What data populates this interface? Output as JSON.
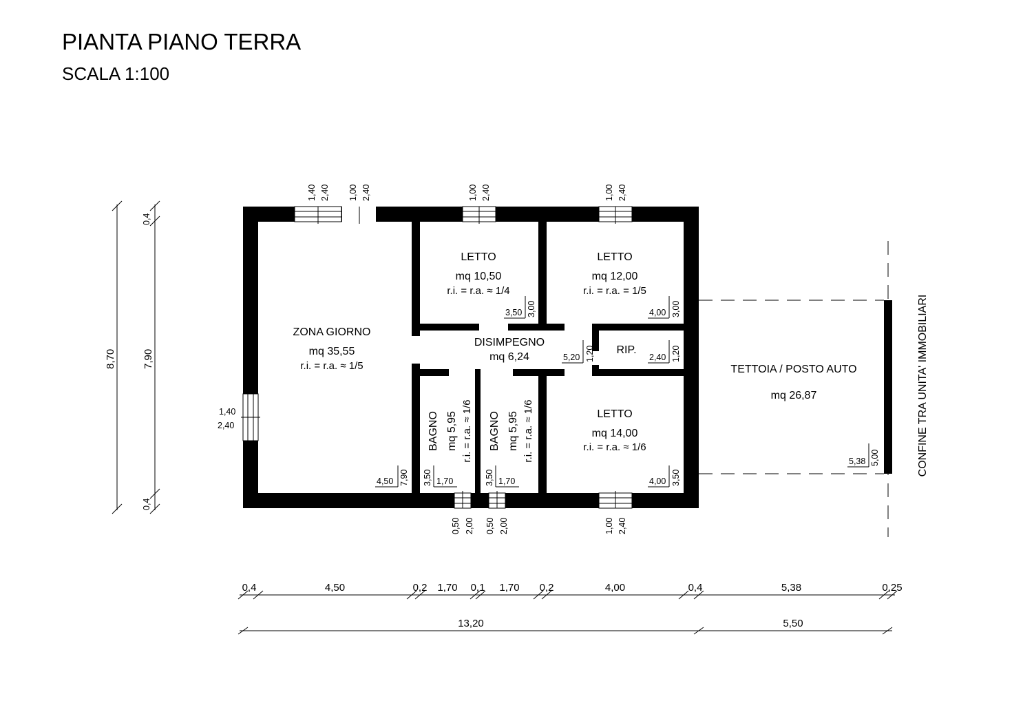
{
  "header": {
    "title": "PIANTA PIANO TERRA",
    "scale": "SCALA 1:100"
  },
  "rooms": {
    "zona_giorno": {
      "name": "ZONA GIORNO",
      "area": "mq 35,55",
      "ratio": "r.i. = r.a. ≈ 1/5",
      "dim_a": "4,50",
      "dim_b": "7,90"
    },
    "letto_1": {
      "name": "LETTO",
      "area": "mq 10,50",
      "ratio": "r.i. = r.a. ≈ 1/4",
      "dim_a": "3,50",
      "dim_b": "3,00"
    },
    "letto_2": {
      "name": "LETTO",
      "area": "mq 12,00",
      "ratio": "r.i. = r.a. = 1/5",
      "dim_a": "4,00",
      "dim_b": "3,00"
    },
    "disimpegno": {
      "name": "DISIMPEGNO",
      "area": "mq 6,24",
      "dim_a": "5,20",
      "dim_b": "1,20"
    },
    "rip": {
      "name": "RIP.",
      "dim_a": "2,40",
      "dim_b": "1,20"
    },
    "bagno_1": {
      "name": "BAGNO",
      "area": "mq 5,95",
      "ratio": "r.i. = r.a. ≈ 1/6",
      "dim_a": "3,50",
      "dim_b": "1,70"
    },
    "bagno_2": {
      "name": "BAGNO",
      "area": "mq 5,95",
      "ratio": "r.i. = r.a. ≈ 1/6",
      "dim_a": "3,50",
      "dim_b": "1,70"
    },
    "letto_3": {
      "name": "LETTO",
      "area": "mq 14,00",
      "ratio": "r.i. = r.a. ≈ 1/6",
      "dim_a": "4,00",
      "dim_b": "3,50"
    },
    "tettoia": {
      "name": "TETTOIA / POSTO AUTO",
      "area": "mq 26,87",
      "dim_a": "5,38",
      "dim_b": "5,00"
    }
  },
  "boundary_label": "CONFINE TRA UNITA' IMMOBILIARI",
  "openings": {
    "top_window_1": {
      "w": "1,40",
      "h": "2,40"
    },
    "top_door": {
      "w": "1,00",
      "h": "2,40"
    },
    "top_window_2": {
      "w": "1,00",
      "h": "2,40"
    },
    "top_window_3": {
      "w": "1,00",
      "h": "2,40"
    },
    "left_window": {
      "w": "1,40",
      "h": "2,40"
    },
    "bottom_window_1": {
      "w": "0,50",
      "h": "2,00"
    },
    "bottom_window_2": {
      "w": "0,50",
      "h": "2,00"
    },
    "bottom_window_3": {
      "w": "1,00",
      "h": "2,40"
    }
  },
  "dimensions": {
    "vertical_total": "8,70",
    "vertical_inner": "7,90",
    "vertical_top_wall": "0,4",
    "vertical_bottom_wall": "0,4",
    "horizontal_row": [
      "0,4",
      "4,50",
      "0,2",
      "1,70",
      "0,1",
      "1,70",
      "0,2",
      "4,00",
      "0,4",
      "5,38",
      "0,25"
    ],
    "horizontal_total": [
      "13,20",
      "5,50"
    ]
  }
}
